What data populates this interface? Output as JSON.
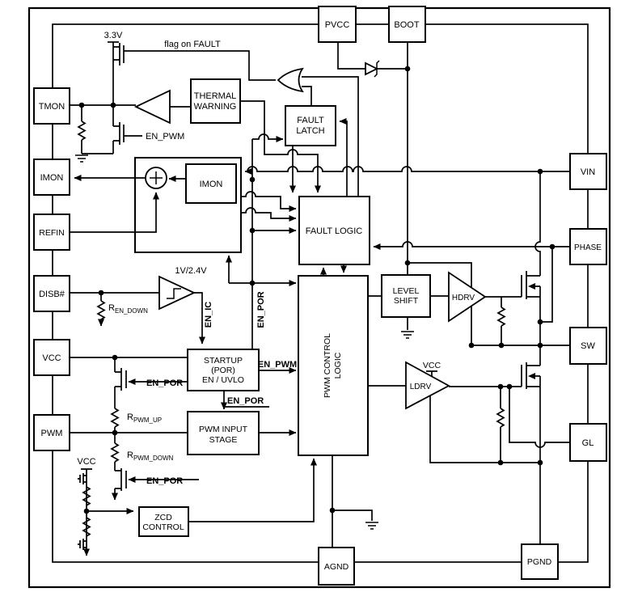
{
  "pins": {
    "left": [
      "TMON",
      "IMON",
      "REFIN",
      "DISB#",
      "VCC",
      "PWM"
    ],
    "top": [
      "PVCC",
      "BOOT"
    ],
    "right": [
      "VIN",
      "PHASE",
      "SW",
      "GL"
    ],
    "bottom": [
      "AGND",
      "PGND"
    ]
  },
  "blocks": {
    "thermal_warning": [
      "THERMAL",
      "WARNING"
    ],
    "fault_latch": [
      "FAULT",
      "LATCH"
    ],
    "fault_logic": "FAULT LOGIC",
    "imon": "IMON",
    "startup": [
      "STARTUP",
      "(POR)",
      "EN / UVLO"
    ],
    "pwm_input_stage": [
      "PWM INPUT",
      "STAGE"
    ],
    "zcd_control": [
      "ZCD",
      "CONTROL"
    ],
    "pwm_control_logic": [
      "PWM CONTROL",
      "LOGIC"
    ],
    "level_shift": [
      "LEVEL",
      "SHIFT"
    ],
    "hdrv": "HDRV",
    "ldrv": "LDRV"
  },
  "labels": {
    "supply_33": "3.3V",
    "flag_on_fault": "flag on FAULT",
    "en_pwm": "EN_PWM",
    "en_ic": "EN_IC",
    "en_por": "EN_POR",
    "comp_threshold": "1V/2.4V",
    "vcc": "VCC",
    "r_en_down": [
      "R",
      "EN_DOWN"
    ],
    "r_pwm_up": [
      "R",
      "PWM_UP"
    ],
    "r_pwm_down": [
      "R",
      "PWM_DOWN"
    ]
  },
  "colors": {
    "line": "#000000",
    "background": "#ffffff"
  }
}
